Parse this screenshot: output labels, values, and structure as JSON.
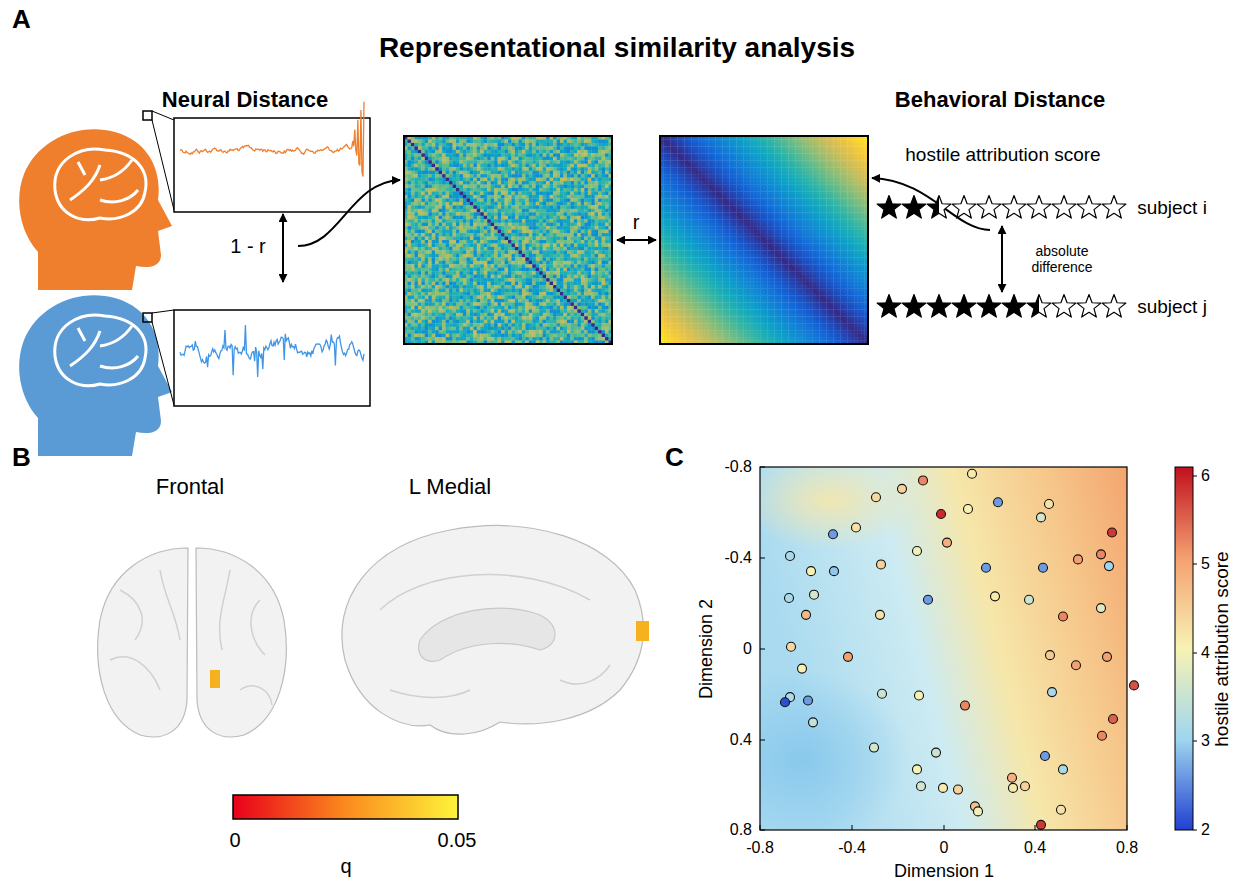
{
  "diagram": {
    "title": "Representational similarity analysis",
    "labels": [
      "A",
      "Neural Distance",
      "Behavioral Distance",
      "hostile attribution score",
      "1 - r",
      "r",
      "subject i",
      "absolute difference",
      "subject j",
      "B",
      "Frontal",
      "L Medial",
      "0",
      "0.05",
      "q",
      "C",
      "-0.8",
      "-0.4",
      "0",
      "0.4",
      "0.8",
      "-0.8",
      "-0.4",
      "0",
      "0.4",
      "0.8",
      "Dimension 1",
      "Dimension 2",
      "6",
      "5",
      "4",
      "3",
      "2",
      "hostile attribution score"
    ]
  }
}
